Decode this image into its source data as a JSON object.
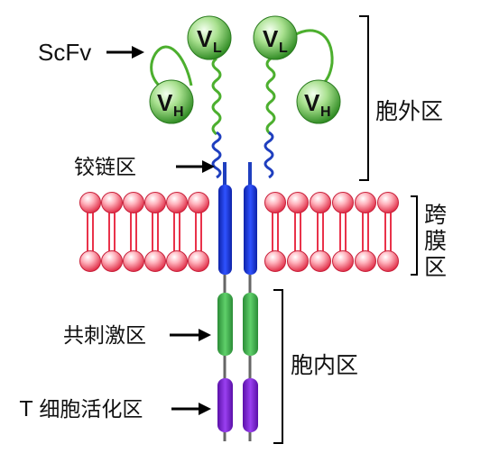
{
  "labels": {
    "scfv": "ScFv",
    "vl": "V",
    "vl_sub": "L",
    "vh": "V",
    "vh_sub": "H",
    "hinge": "铰链区",
    "extracellular": "胞外区",
    "transmembrane_1": "跨",
    "transmembrane_2": "膜",
    "transmembrane_3": "区",
    "costim": "共刺激区",
    "intracellular": "胞内区",
    "tcell_act": "T 细胞活化区"
  },
  "colors": {
    "domain_green_light": "#c8f0b0",
    "domain_green_dark": "#3a9d2a",
    "linker_green": "#4caf2e",
    "hinge_blue": "#1f3fbf",
    "tm_blue": "#1534d6",
    "costim_green": "#3fae4a",
    "tcell_purple": "#7a1fd6",
    "tail_gray": "#555555",
    "lipid_red": "#e9324a",
    "lipid_pink": "#ffd0d6"
  }
}
